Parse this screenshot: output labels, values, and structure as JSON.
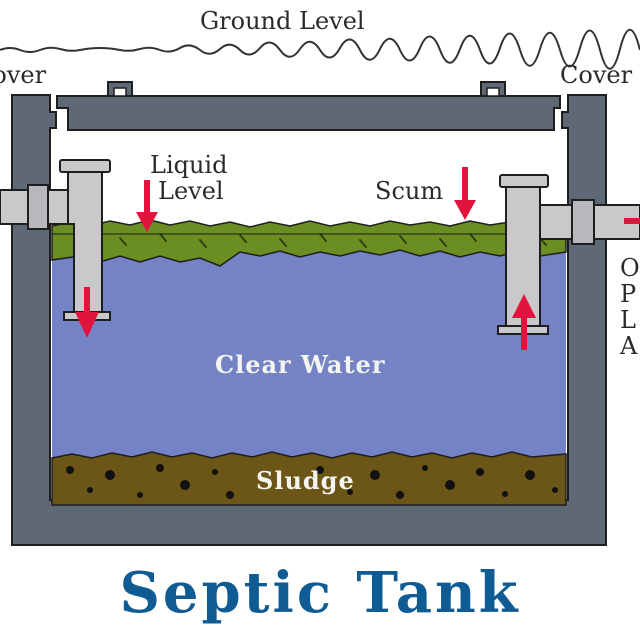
{
  "diagram": {
    "title": "Septic Tank",
    "labels": {
      "ground_level": "Ground Level",
      "cover_left": "Cover",
      "cover_right": "Cover",
      "liquid_level_line1": "Liquid",
      "liquid_level_line2": "Level",
      "scum": "Scum",
      "clear_water": "Clear Water",
      "sludge": "Sludge",
      "outlet_partial": [
        "O",
        "P",
        "L",
        "A"
      ]
    },
    "layers": [
      {
        "name": "Scum",
        "color": "#6b8e23"
      },
      {
        "name": "Clear Water",
        "color": "#7383c5"
      },
      {
        "name": "Sludge",
        "color": "#6b5618"
      }
    ],
    "colors": {
      "tank_concrete": "#5f6975",
      "pipe": "#c9c9cc",
      "flow_arrow": "#e0143c",
      "title": "#0f5b94"
    },
    "flow_arrows": [
      {
        "name": "liquid-level-arrow",
        "direction": "down"
      },
      {
        "name": "scum-arrow",
        "direction": "down"
      },
      {
        "name": "inlet-flow-arrow",
        "direction": "down"
      },
      {
        "name": "outlet-flow-arrow",
        "direction": "up"
      },
      {
        "name": "outlet-pipe-arrow",
        "direction": "right"
      }
    ]
  }
}
